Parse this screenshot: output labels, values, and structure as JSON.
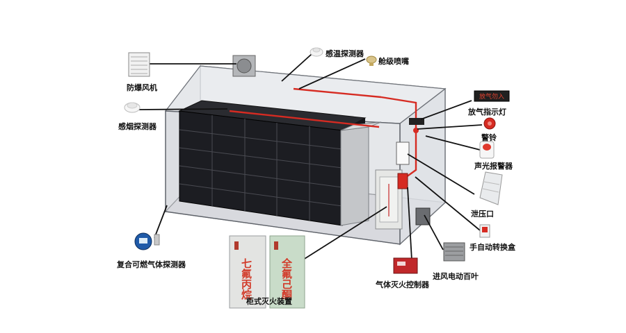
{
  "components": {
    "fan": "防爆风机",
    "smoke_detector": "感烟探测器",
    "heat_detector": "感温探测器",
    "nozzle": "舱级喷嘴",
    "release_indicator": "放气指示灯",
    "alarm_bell": "警铃",
    "strobe_alarm": "声光报警器",
    "pressure_relief": "泄压口",
    "manual_auto_box": "手自动转换盒",
    "gas_detector": "复合可燃气体探测器",
    "intake_louver": "进风电动百叶",
    "controller": "气体灭火控制器",
    "cabinet_system": "柜式灭火装置"
  },
  "indicator_screen_text": "放气勿入",
  "cabinet_left_text": "七氟丙烷",
  "cabinet_right_text": "全氟己酮",
  "colors": {
    "pipe": "#d62b22",
    "container_edge": "#6f7379",
    "battery": "#1c1d22",
    "cabinet_left": "#e3e4e2",
    "cabinet_right": "#c9dcc9",
    "cabinet_text": "#d23b2a"
  }
}
